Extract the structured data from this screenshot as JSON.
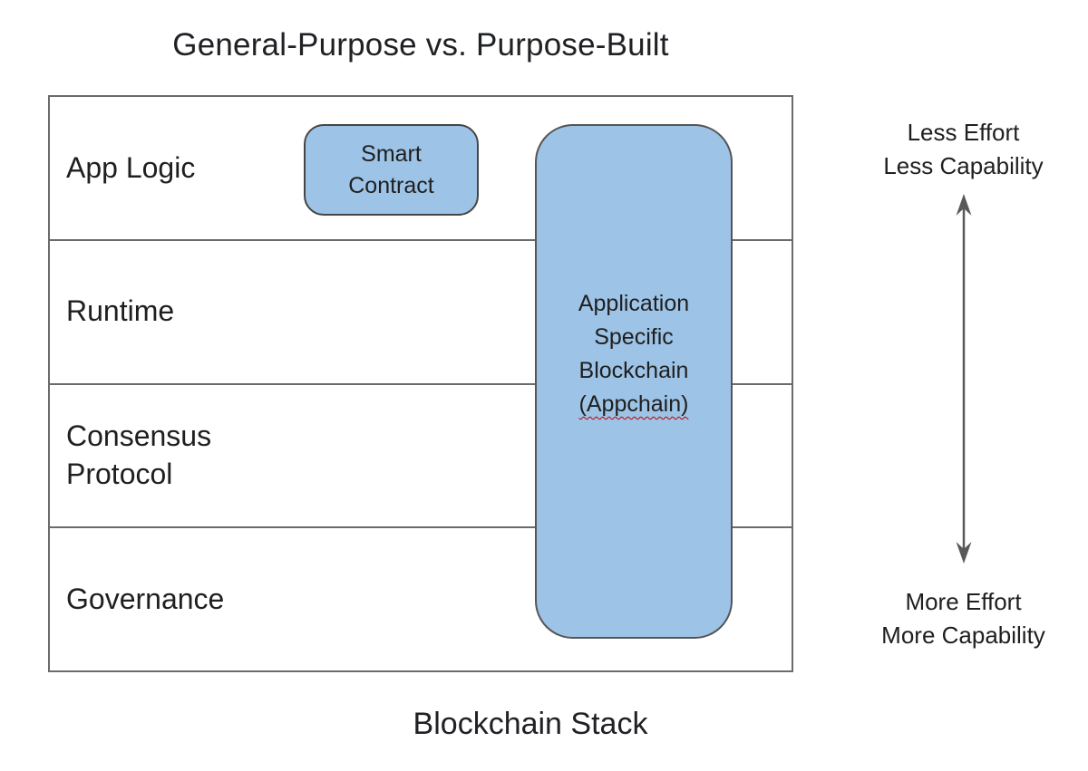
{
  "title": "General-Purpose vs. Purpose-Built",
  "caption": "Blockchain Stack",
  "stack": {
    "rows": [
      {
        "label": "App Logic"
      },
      {
        "label": "Runtime"
      },
      {
        "label": "Consensus Protocol"
      },
      {
        "label": "Governance"
      }
    ]
  },
  "smart_contract": {
    "lines": [
      "Smart",
      "Contract"
    ]
  },
  "appchain": {
    "lines": [
      "Application",
      "Specific",
      "Blockchain",
      "(Appchain)"
    ],
    "spellcheck_flagged": "(Appchain)"
  },
  "effort_axis": {
    "top_line1": "Less Effort",
    "top_line2": "Less Capability",
    "bottom_line1": "More Effort",
    "bottom_line2": "More Capability"
  },
  "colors": {
    "box_fill": "#9dc3e6",
    "box_border": "#454545",
    "grid_border": "#6b6b6b",
    "arrow": "#595959",
    "text": "#1f1f1f",
    "spellcheck": "#c00000",
    "bg": "#ffffff"
  }
}
